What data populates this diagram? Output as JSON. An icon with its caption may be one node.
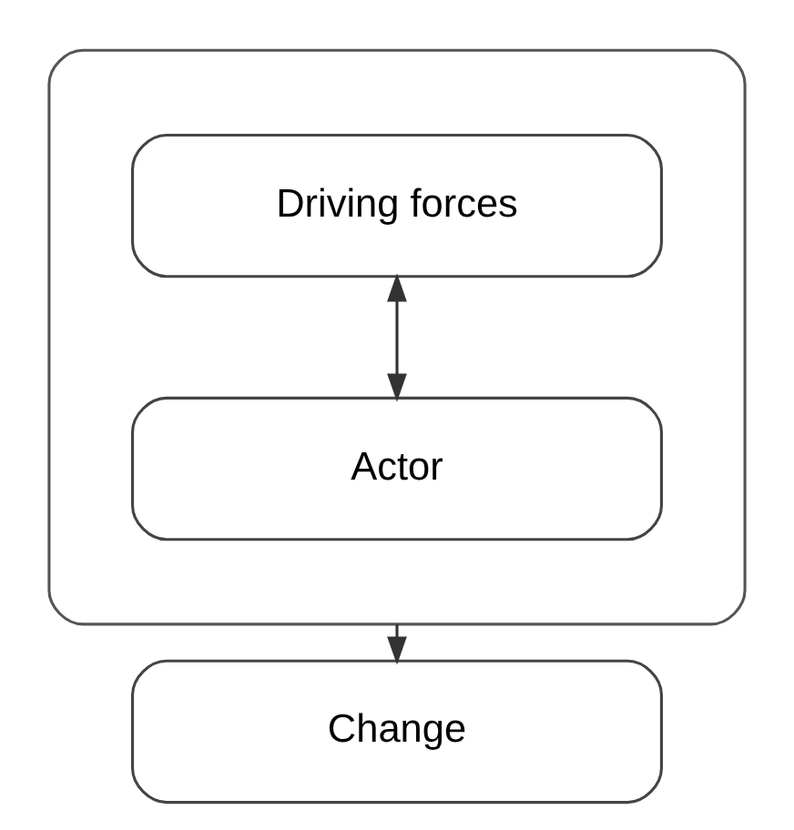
{
  "diagram": {
    "nodes": [
      {
        "text": [],
        "shape": "ellipse"
      },
      {
        "text": [
          "Driving forces"
        ],
        "in": 0
      },
      {
        "text": [
          "Actor"
        ],
        "in": 0
      },
      {
        "text": [
          "Change"
        ]
      }
    ],
    "edges": [
      {
        "from": 1,
        "to": 2,
        "arrow": "both"
      },
      {
        "from": 0,
        "to": 3,
        "arrow": "to"
      }
    ]
  }
}
